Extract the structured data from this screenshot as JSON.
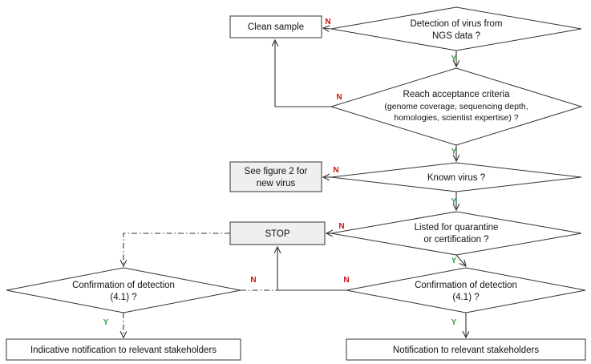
{
  "boxes": {
    "clean_sample": "Clean sample",
    "see_figure_line1": "See figure 2 for",
    "see_figure_line2": "new virus",
    "stop": "STOP",
    "indicative_notification": "Indicative notification to relevant stakeholders",
    "notification": "Notification to relevant stakeholders"
  },
  "decisions": {
    "detection_line1": "Detection of virus from",
    "detection_line2": "NGS data ?",
    "acceptance_line1": "Reach acceptance criteria",
    "acceptance_line2": "(genome coverage, sequencing depth,",
    "acceptance_line3": "homologies, scientist expertise) ?",
    "known_virus": "Known virus ?",
    "quarantine_line1": "Listed for quarantine",
    "quarantine_line2": "or certification ?",
    "confirm_right_line1": "Confirmation of detection",
    "confirm_right_line2": "(4.1) ?",
    "confirm_left_line1": "Confirmation of detection",
    "confirm_left_line2": "(4.1) ?"
  },
  "flags": {
    "yes": "Y",
    "no": "N"
  },
  "colors": {
    "yes_color": "#2e9e44",
    "no_color": "#cc1111",
    "shaded_box_fill": "#efefef",
    "line_color": "#333333"
  }
}
